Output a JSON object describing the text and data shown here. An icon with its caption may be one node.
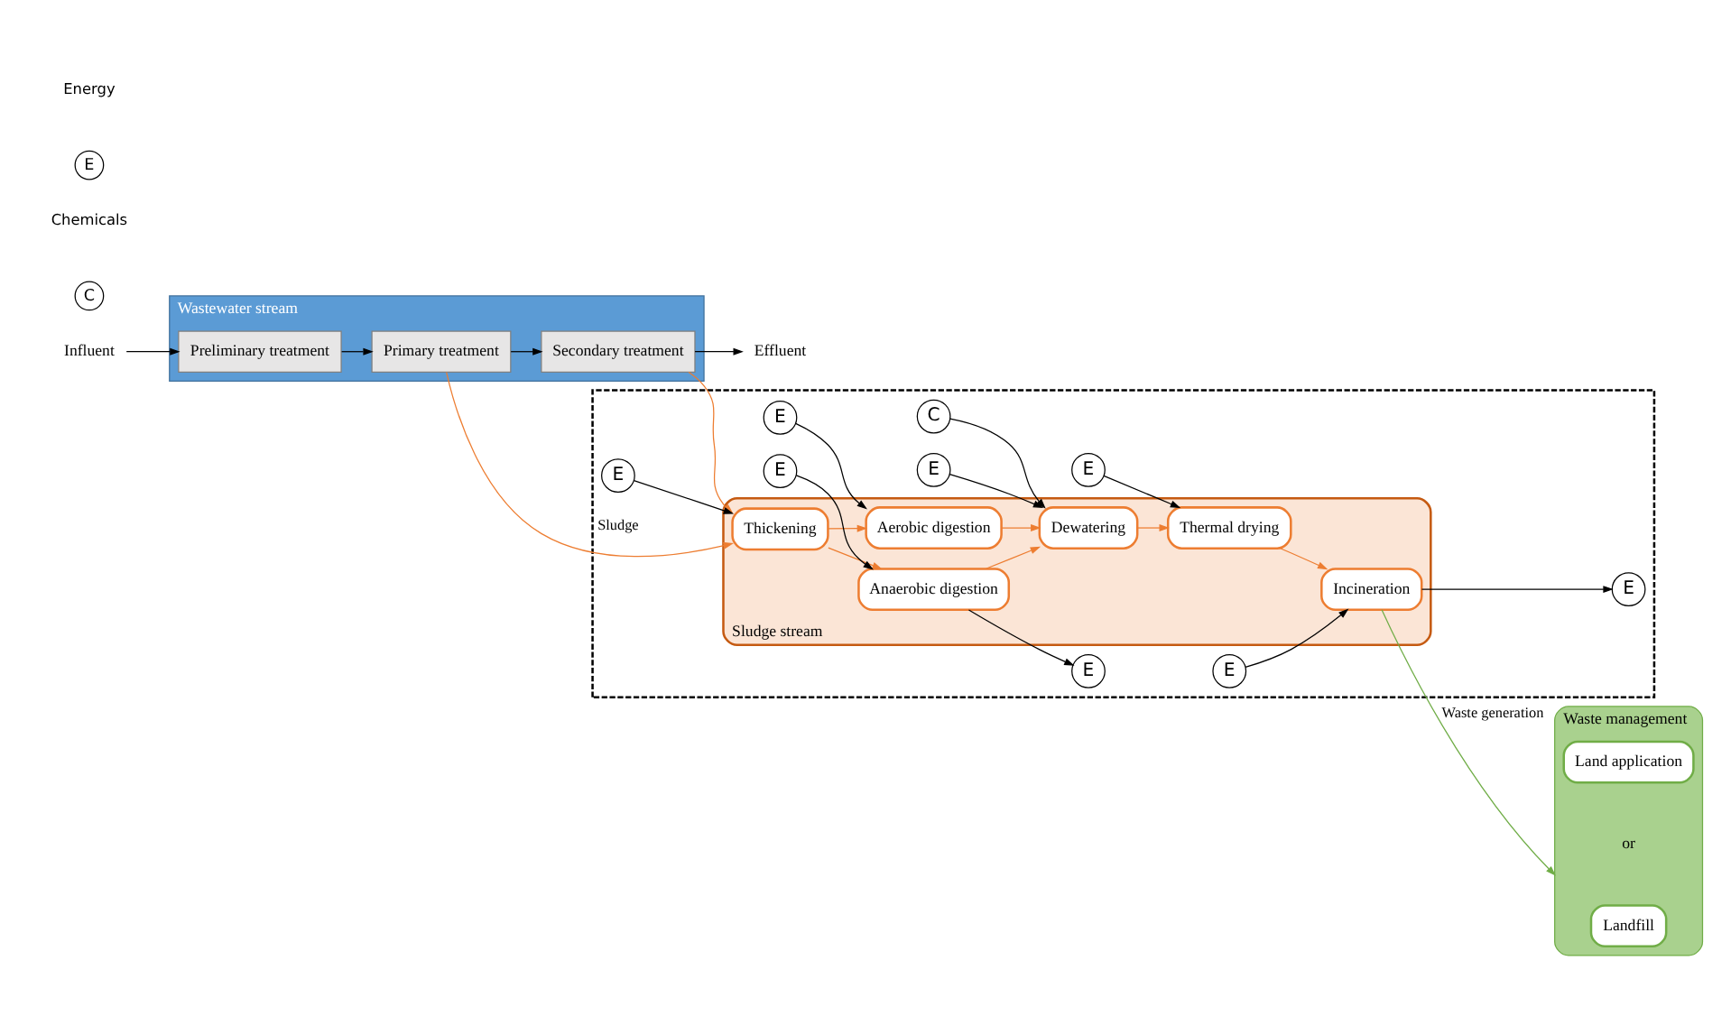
{
  "diagram": {
    "nodes": [
      {
        "text": [
          "Influent"
        ]
      },
      {
        "text": [
          "Wastewater stream"
        ]
      },
      {
        "text": [
          "Preliminary treatment"
        ],
        "in": 1
      },
      {
        "text": [
          "Primary treatment"
        ],
        "in": 1
      },
      {
        "text": [
          "Secondary treatment"
        ],
        "in": 1
      },
      {
        "text": [
          "Effluent"
        ]
      },
      {
        "text": [],
        "shape": "box"
      },
      {
        "text": [
          "Sludge stream"
        ],
        "in": 6
      },
      {
        "text": [
          "Thickening"
        ],
        "in": 7
      },
      {
        "text": [
          "Aerobic digestion"
        ],
        "in": 7
      },
      {
        "text": [
          "Anaerobic digestion"
        ],
        "in": 7
      },
      {
        "text": [
          "Dewatering"
        ],
        "in": 7
      },
      {
        "text": [
          "Thermal drying"
        ],
        "in": 7
      },
      {
        "text": [
          "Incineration"
        ],
        "in": 7
      },
      {
        "text": [
          "E"
        ],
        "in": 6
      },
      {
        "text": [
          "E"
        ],
        "in": 6
      },
      {
        "text": [
          "E"
        ],
        "in": 6
      },
      {
        "text": [
          "C"
        ],
        "in": 6
      },
      {
        "text": [
          "E"
        ],
        "in": 6
      },
      {
        "text": [
          "E"
        ],
        "in": 6
      },
      {
        "text": [
          "E"
        ],
        "in": 6
      },
      {
        "text": [
          "E"
        ],
        "in": 6
      },
      {
        "text": [
          "E"
        ],
        "in": 6
      },
      {
        "text": [
          "Waste management"
        ]
      },
      {
        "text": [
          "Landfill"
        ],
        "in": 23
      },
      {
        "text": [
          "Land application"
        ],
        "in": 23
      }
    ],
    "edges": [
      {
        "from": 0,
        "to": 2,
        "arrow": "to"
      },
      {
        "from": 2,
        "to": 3,
        "arrow": "to"
      },
      {
        "from": 3,
        "to": 4,
        "arrow": "to"
      },
      {
        "from": 4,
        "to": 5,
        "arrow": "to"
      },
      {
        "from": 3,
        "to": 8,
        "arrow": "to",
        "label": "Sludge",
        "color": "#ed7d31"
      },
      {
        "from": 4,
        "to": 8,
        "arrow": "to",
        "color": "#ed7d31"
      },
      {
        "from": 8,
        "to": 9,
        "arrow": "to",
        "color": "#ed7d31"
      },
      {
        "from": 8,
        "to": 10,
        "arrow": "to",
        "color": "#ed7d31"
      },
      {
        "from": 9,
        "to": 11,
        "arrow": "to",
        "color": "#ed7d31"
      },
      {
        "from": 10,
        "to": 11,
        "arrow": "to",
        "color": "#ed7d31"
      },
      {
        "from": 11,
        "to": 12,
        "arrow": "to",
        "color": "#ed7d31"
      },
      {
        "from": 12,
        "to": 13,
        "arrow": "to",
        "color": "#ed7d31"
      },
      {
        "from": 14,
        "to": 8,
        "arrow": "to"
      },
      {
        "from": 15,
        "to": 9,
        "arrow": "to"
      },
      {
        "from": 16,
        "to": 10,
        "arrow": "to"
      },
      {
        "from": 17,
        "to": 11,
        "arrow": "to"
      },
      {
        "from": 18,
        "to": 11,
        "arrow": "to"
      },
      {
        "from": 19,
        "to": 12,
        "arrow": "to"
      },
      {
        "from": 20,
        "to": 13,
        "arrow": "to"
      },
      {
        "from": 10,
        "to": 21,
        "arrow": "to"
      },
      {
        "from": 13,
        "to": 22,
        "arrow": "to"
      },
      {
        "from": 13,
        "to": 23,
        "arrow": "to",
        "label": "Waste generation",
        "color": "#70ad47"
      }
    ],
    "labels": [
      "or",
      "E",
      "C"
    ],
    "legend": [
      {
        "text": "Energy"
      },
      {
        "text": "Chemicals"
      }
    ]
  }
}
